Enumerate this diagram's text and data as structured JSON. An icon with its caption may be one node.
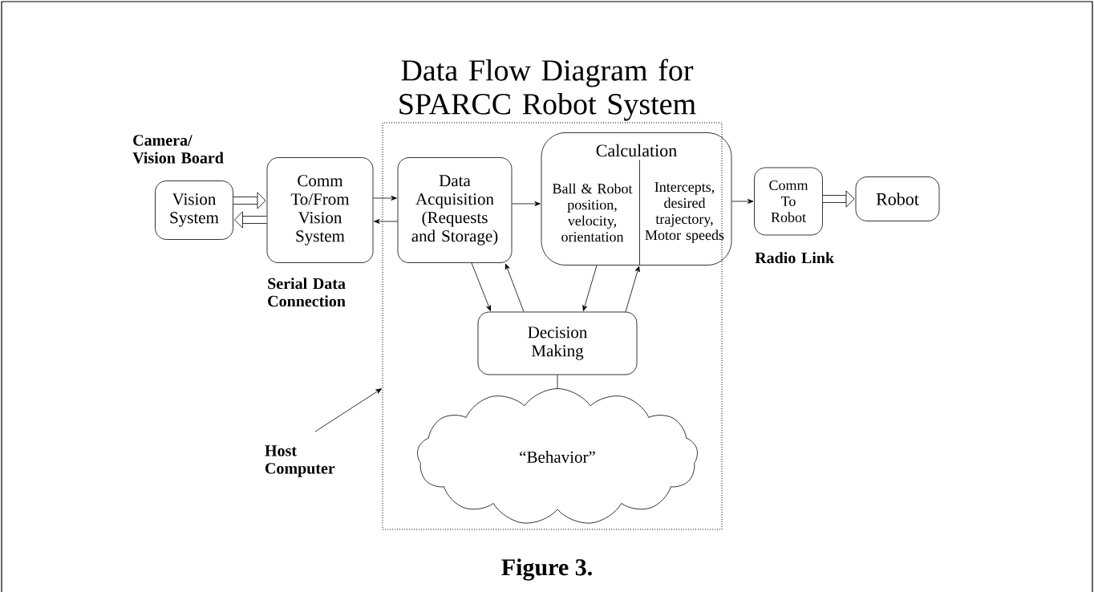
{
  "diagram": {
    "title": "Data Flow Diagram for SPARCC Robot System",
    "caption": "Figure 3.",
    "nodes": [
      {
        "text": [
          "Vision System"
        ],
        "beside": [
          "Camera/ Vision Board"
        ]
      },
      {
        "text": [
          "Comm To/From Vision System"
        ],
        "beside": [
          "Serial Data Connection"
        ]
      },
      {
        "text": [],
        "shape": "box"
      },
      {
        "text": [
          "Data Acquisition (Requests and Storage)"
        ],
        "in": 2
      },
      {
        "text": [
          "Calculation",
          "Ball & Robot position, velocity, orientation",
          "Intercepts, desired trajectory, Motor speeds"
        ],
        "in": 2
      },
      {
        "text": [
          "Decision Making"
        ],
        "in": 2
      },
      {
        "text": [
          "“Behavior”"
        ],
        "in": 2
      },
      {
        "text": [
          "Comm To Robot"
        ],
        "beside": [
          "Radio Link"
        ]
      },
      {
        "text": [
          "Robot"
        ]
      },
      {
        "text": [
          "Host Computer"
        ]
      }
    ],
    "edges": [
      {
        "from": 0,
        "to": 1,
        "arrow": "to",
        "style": "thick"
      },
      {
        "from": 1,
        "to": 0,
        "arrow": "to",
        "style": "thick"
      },
      {
        "from": 1,
        "to": 3,
        "arrow": "to"
      },
      {
        "from": 3,
        "to": 1,
        "arrow": "to"
      },
      {
        "from": 3,
        "to": 4,
        "arrow": "to"
      },
      {
        "from": 3,
        "to": 5,
        "arrow": "to"
      },
      {
        "from": 5,
        "to": 3,
        "arrow": "to"
      },
      {
        "from": 4,
        "to": 5,
        "arrow": "to"
      },
      {
        "from": 5,
        "to": 4,
        "arrow": "to"
      },
      {
        "from": 5,
        "to": 6,
        "arrow": "none"
      },
      {
        "from": 4,
        "to": 7,
        "arrow": "to"
      },
      {
        "from": 7,
        "to": 8,
        "arrow": "to",
        "style": "thick"
      },
      {
        "from": 9,
        "to": 2,
        "arrow": "to"
      }
    ]
  }
}
